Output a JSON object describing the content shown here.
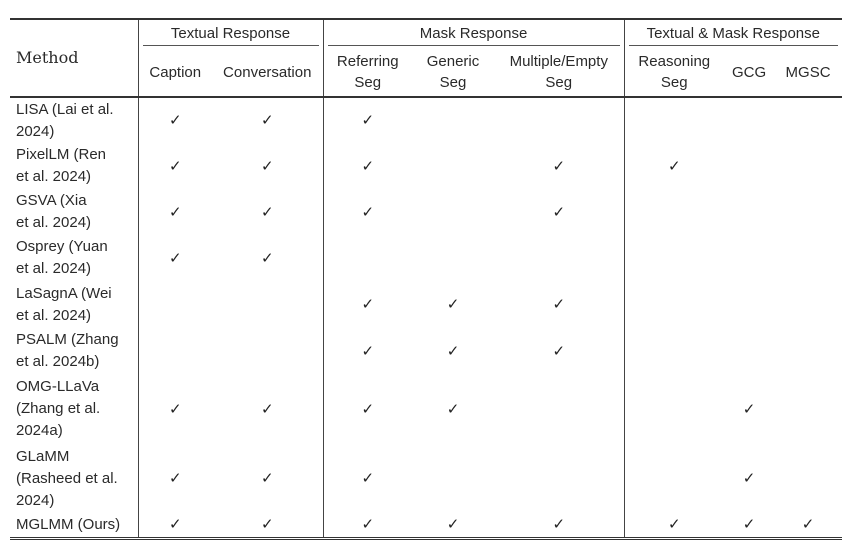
{
  "header": {
    "method_label": "Method",
    "groups": [
      "Textual Response",
      "Mask Response",
      "Textual & Mask Response"
    ],
    "columns": [
      "Caption",
      "Conversation",
      "Referring\nSeg",
      "Generic\nSeg",
      "Multiple/Empty\nSeg",
      "Reasoning\nSeg",
      "GCG",
      "MGSC"
    ]
  },
  "check_glyph": "✓",
  "rows": [
    {
      "method": "LISA (Lai et al.\n2024)",
      "checks": [
        1,
        1,
        1,
        0,
        0,
        0,
        0,
        0
      ]
    },
    {
      "method": "PixelLM (Ren\net al. 2024)",
      "checks": [
        1,
        1,
        1,
        0,
        1,
        1,
        0,
        0
      ]
    },
    {
      "method": "GSVA (Xia\net al. 2024)",
      "checks": [
        1,
        1,
        1,
        0,
        1,
        0,
        0,
        0
      ]
    },
    {
      "method": "Osprey (Yuan\net al. 2024)",
      "checks": [
        1,
        1,
        0,
        0,
        0,
        0,
        0,
        0
      ]
    },
    {
      "method": "LaSagnA (Wei\net al. 2024)",
      "checks": [
        0,
        0,
        1,
        1,
        1,
        0,
        0,
        0
      ]
    },
    {
      "method": "PSALM (Zhang\net al. 2024b)",
      "checks": [
        0,
        0,
        1,
        1,
        1,
        0,
        0,
        0
      ]
    },
    {
      "method": "OMG-LLaVa\n(Zhang et al.\n2024a)",
      "checks": [
        1,
        1,
        1,
        1,
        0,
        0,
        1,
        0
      ]
    },
    {
      "method": "GLaMM\n(Rasheed et al.\n2024)",
      "checks": [
        1,
        1,
        1,
        0,
        0,
        0,
        1,
        0
      ]
    },
    {
      "method": "MGLMM (Ours)",
      "checks": [
        1,
        1,
        1,
        1,
        1,
        1,
        1,
        1
      ]
    }
  ]
}
